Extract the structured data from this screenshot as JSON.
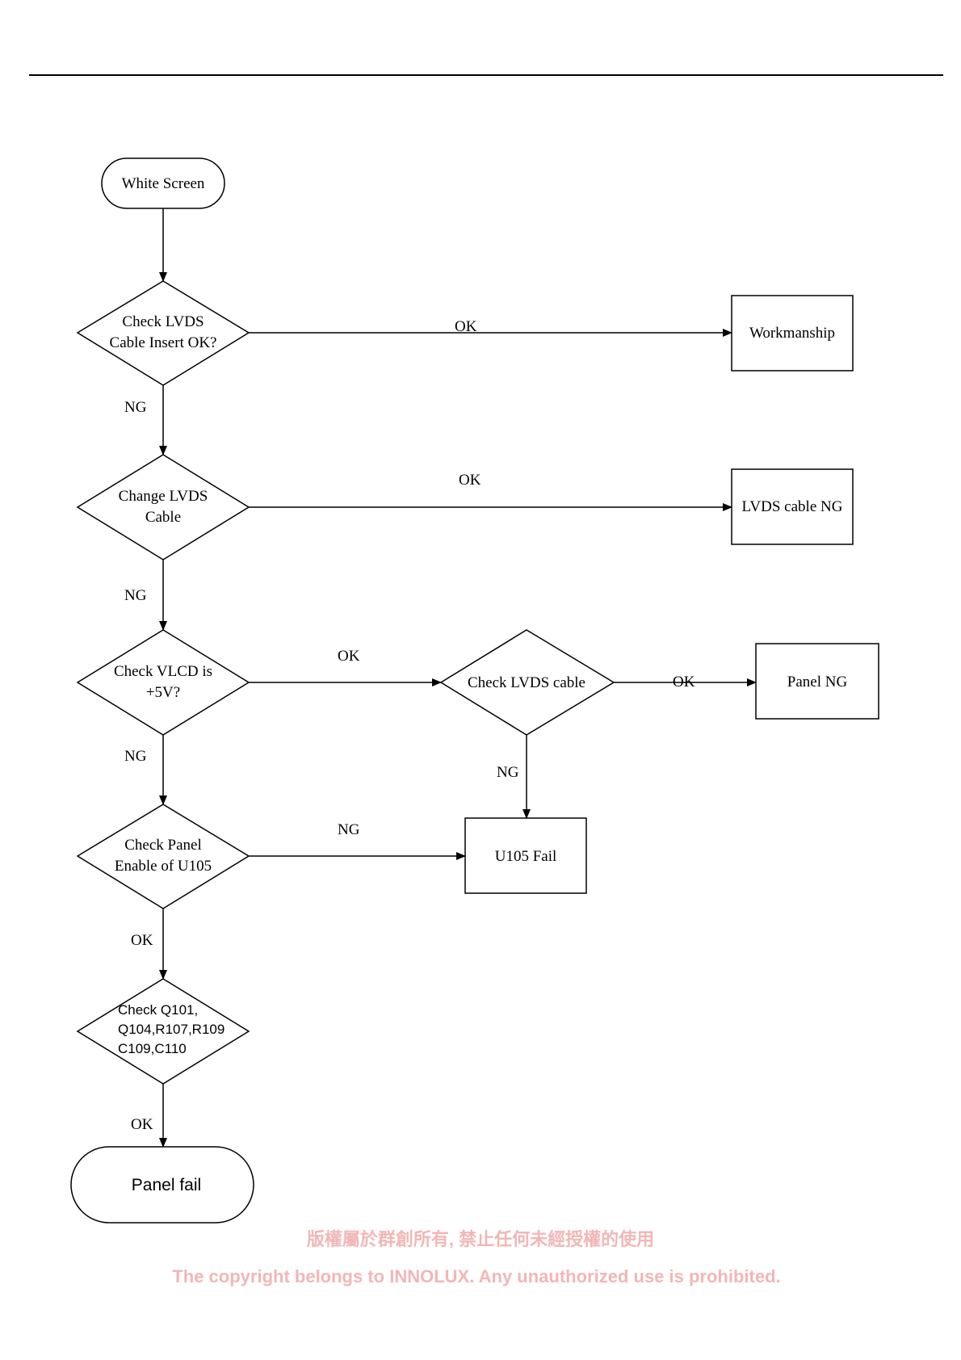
{
  "nodes": {
    "white_screen": {
      "lines": [
        "White Screen"
      ]
    },
    "check_lvds_insert": {
      "lines": [
        "Check LVDS",
        "Cable Insert OK?"
      ]
    },
    "workmanship": {
      "lines": [
        "Workmanship"
      ]
    },
    "change_lvds_cable": {
      "lines": [
        "Change LVDS",
        "Cable"
      ]
    },
    "lvds_cable_ng": {
      "lines": [
        "LVDS cable NG"
      ]
    },
    "check_vlcd": {
      "lines": [
        "Check VLCD is",
        "+5V?"
      ]
    },
    "check_lvds_cable": {
      "lines": [
        "Check LVDS cable"
      ]
    },
    "panel_ng": {
      "lines": [
        "Panel NG"
      ]
    },
    "check_panel_enable": {
      "lines": [
        "Check Panel",
        "Enable of U105"
      ]
    },
    "u105_fail": {
      "lines": [
        "U105 Fail"
      ]
    },
    "check_components": {
      "lines": [
        "Check Q101,",
        "Q104,R107,R109",
        "C109,C110"
      ]
    },
    "panel_fail": {
      "lines": [
        "Panel fail"
      ]
    }
  },
  "edges": {
    "insert_ok": "OK",
    "insert_ng": "NG",
    "change_ok": "OK",
    "change_ng": "NG",
    "vlcd_ok": "OK",
    "vlcd_ng": "NG",
    "lvds_cable_ok": "OK",
    "lvds_cable_ng": "NG",
    "enable_ng": "NG",
    "enable_ok": "OK",
    "components_ok": "OK"
  },
  "watermark": {
    "line1": "版權屬於群創所有, 禁止任何未經授權的使用",
    "line2": "The copyright belongs to INNOLUX. Any unauthorized use is prohibited."
  }
}
